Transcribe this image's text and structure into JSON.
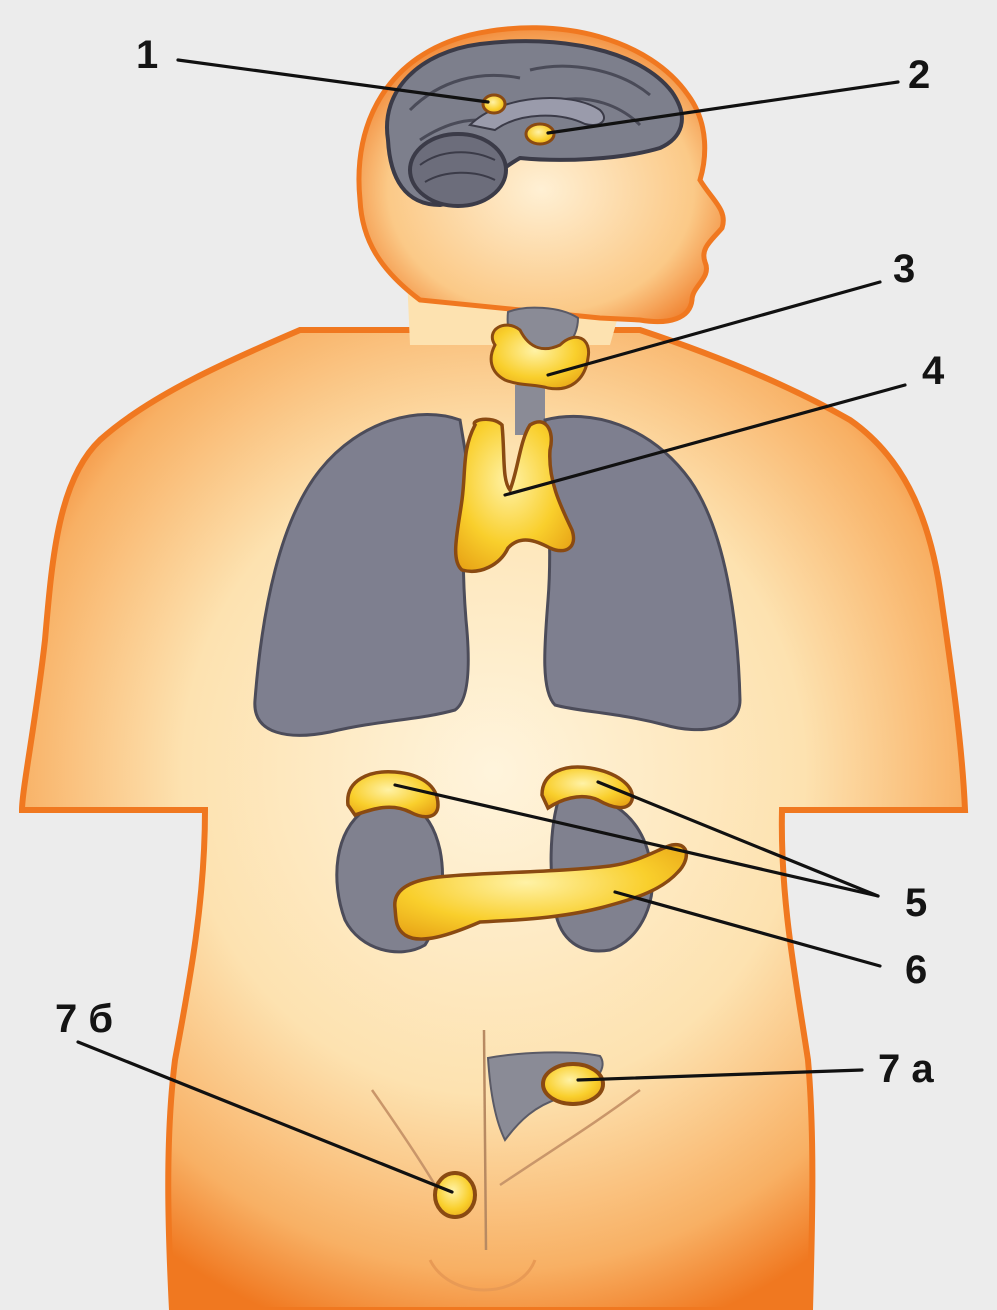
{
  "diagram": {
    "colors": {
      "background": "#ececec",
      "skin_outer": "#f07820",
      "skin_inner": "#fde9c4",
      "organ_gray": "#7e7f8f",
      "gland_yellow": "#f9cf2c",
      "gland_outline": "#8a4a12",
      "leader_line": "#111111"
    },
    "labels": {
      "pineal": "1",
      "pituitary": "2",
      "thyroid": "3",
      "thymus": "4",
      "adrenals": "5",
      "pancreas": "6",
      "ovary": "7 а",
      "testis": "7 б"
    }
  }
}
